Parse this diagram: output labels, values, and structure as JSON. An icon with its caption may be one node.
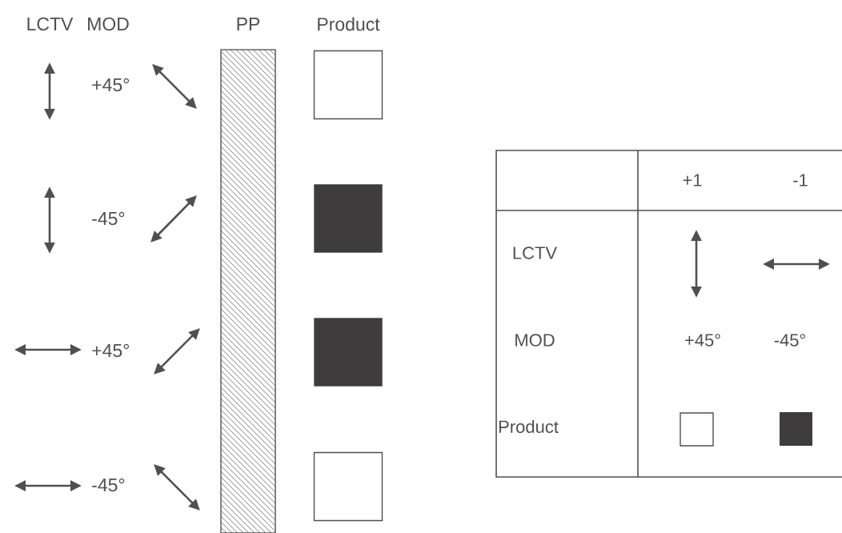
{
  "diagram": {
    "nodes": [
      {
        "text": [
          "PP"
        ]
      },
      {
        "text": [],
        "shape": "box"
      },
      {
        "text": [],
        "shape": "box"
      },
      {
        "text": [],
        "shape": "box"
      },
      {
        "text": [],
        "shape": "box"
      }
    ],
    "labels": [
      "LCTV",
      "MOD",
      "Product",
      "+45°",
      "-45°",
      "+45°",
      "-45°",
      "+1",
      "-1",
      "LCTV",
      "MOD",
      "+45°",
      "-45°",
      "Product"
    ]
  }
}
